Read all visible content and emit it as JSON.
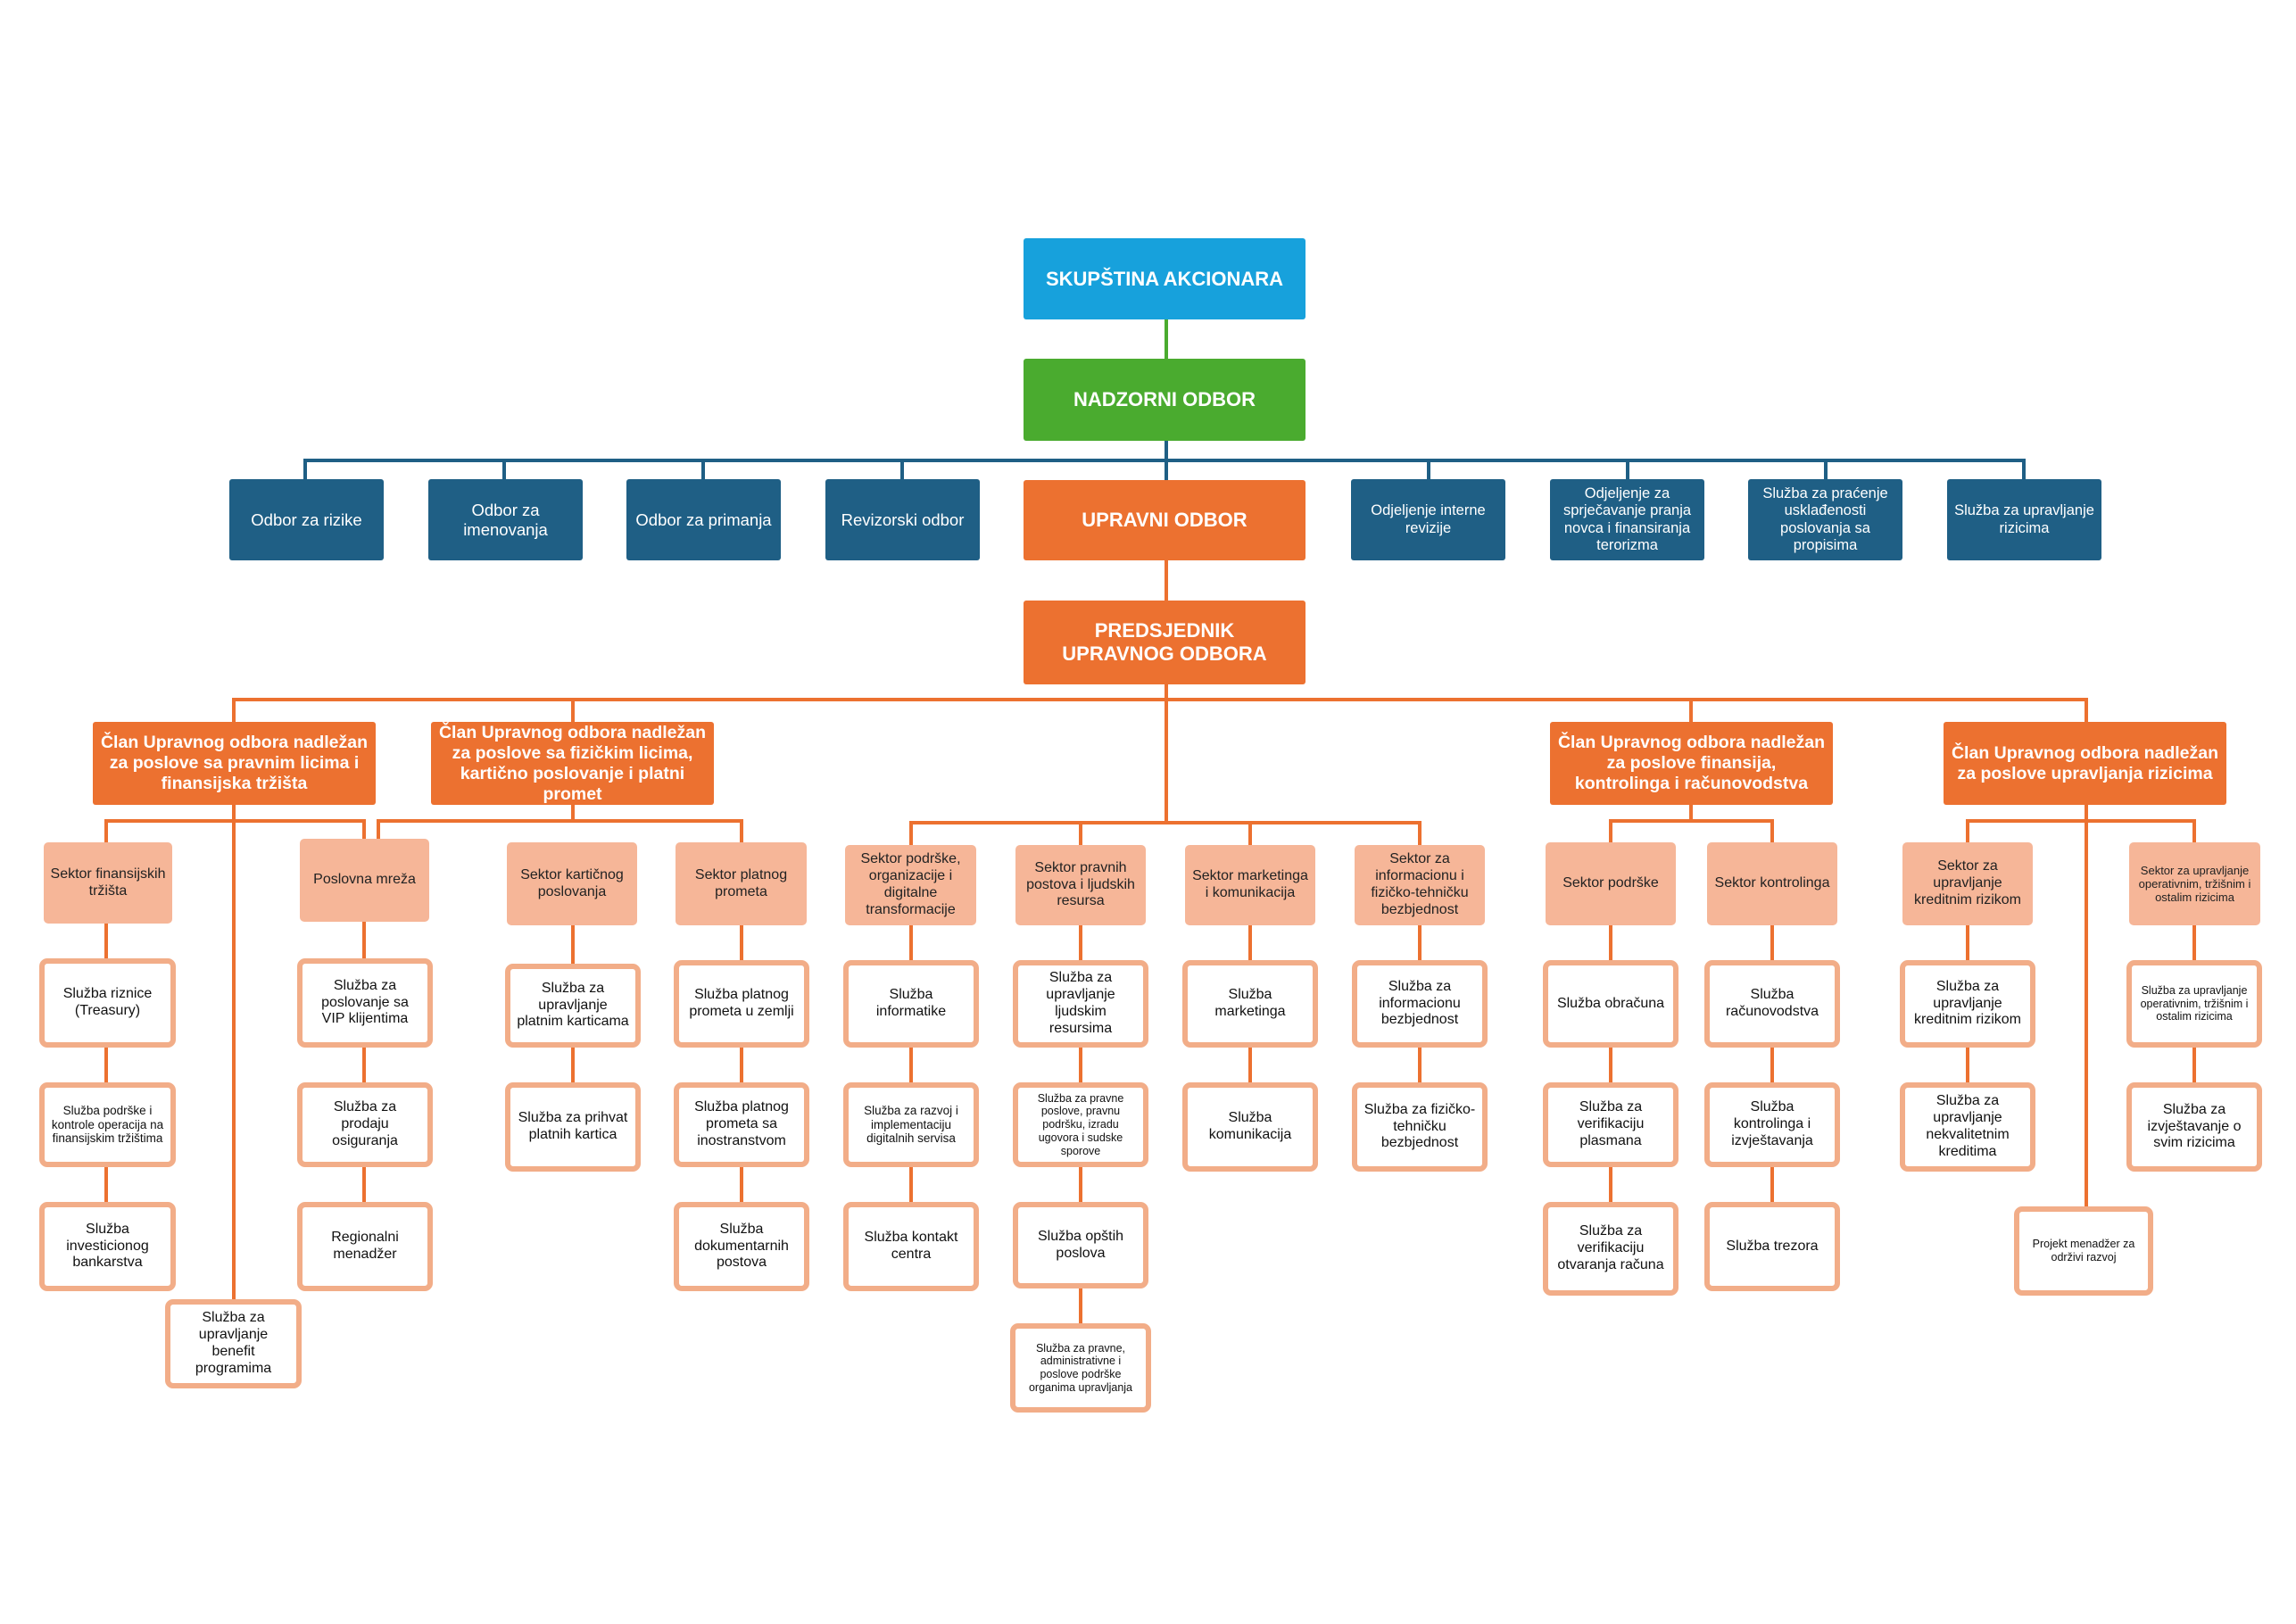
{
  "colors": {
    "shareholders": "#17a1dc",
    "supervisory": "#4aab2f",
    "management": "#ec7130",
    "committee": "#1f5f85",
    "sector": "#f6b698",
    "service_border": "#f2ad88",
    "line_top": "#4aab2f",
    "line_committees": "#1f5f85",
    "line_org": "#ec7130"
  },
  "top": {
    "shareholders": "SKUPŠTINA AKCIONARA",
    "supervisory_board": "NADZORNI ODBOR",
    "management_board": "UPRAVNI ODBOR",
    "president": "PREDSJEDNIK UPRAVNOG ODBORA"
  },
  "committees": {
    "risk_committee": "Odbor za rizike",
    "appointments_committee": "Odbor za imenovanja",
    "remuneration_committee": "Odbor za primanja",
    "audit_committee": "Revizorski odbor",
    "internal_audit": "Odjeljenje interne revizije",
    "aml_department": "Odjeljenje za sprječavanje pranja novca i finansiranja terorizma",
    "compliance_service": "Služba za praćenje usklađenosti poslovanja sa propisima",
    "risk_management_service": "Služba za upravljanje rizicima"
  },
  "members": {
    "legal_entities": "Član Upravnog odbora nadležan za poslove sa pravnim licima i finansijska tržišta",
    "individuals": "Član Upravnog odbora nadležan za poslove sa fizičkim licima, kartično poslovanje i platni promet",
    "finance": "Član Upravnog odbora nadležan za poslove finansija, kontrolinga i računovodstva",
    "risk": "Član Upravnog odbora nadležan za poslove upravljanja rizicima"
  },
  "sectors": {
    "financial_markets": "Sektor finansijskih tržišta",
    "business_network": "Poslovna mreža",
    "card_business": "Sektor kartičnog poslovanja",
    "payments": "Sektor platnog prometa",
    "support_org_digital": "Sektor podrške, organizacije i digitalne transformacije",
    "legal_hr": "Sektor pravnih postova i ljudskih resursa",
    "marketing_comm": "Sektor marketinga i komunikacija",
    "info_security": "Sektor za informacionu i fizičko-tehničku bezbjednost",
    "support": "Sektor podrške",
    "controlling": "Sektor kontrolinga",
    "credit_risk": "Sektor za upravljanje kreditnim rizikom",
    "operational_risk": "Sektor za upravljanje operativnim, tržišnim i ostalim rizicima"
  },
  "services": {
    "treasury": "Služba riznice (Treasury)",
    "ops_support": "Služba podrške i kontrole operacija na finansijskim tržištima",
    "investment_banking": "Služba investicionog bankarstva",
    "benefit_programs": "Služba za upravljanje benefit programima",
    "vip_clients": "Služba za poslovanje sa VIP klijentima",
    "insurance_sales": "Služba za prodaju osiguranja",
    "regional_managers": "Regionalni menadžer",
    "card_management": "Služba za upravljanje platnim karticama",
    "card_acquiring": "Služba za prihvat platnih kartica",
    "domestic_payments": "Služba platnog prometa u zemlji",
    "foreign_payments": "Služba platnog prometa sa inostranstvom",
    "documentary": "Služba dokumentarnih postova",
    "it": "Služba informatike",
    "digital_services": "Služba za razvoj i implementaciju digitalnih servisa",
    "contact_center": "Služba kontakt centra",
    "hr": "Služba za upravljanje ljudskim resursima",
    "legal_support": "Služba za pravne poslove, pravnu podršku, izradu ugovora i sudske sporove",
    "general_affairs": "Služba opštih poslova",
    "governance_support": "Služba za pravne, administrativne i poslove podrške organima upravljanja",
    "marketing": "Služba marketinga",
    "communication": "Služba komunikacija",
    "information_security": "Služba za informacionu bezbjednost",
    "physical_security": "Služba za fizičko-tehničku bezbjednost",
    "accounting_calc": "Služba obračuna",
    "loan_verification": "Služba za verifikaciju plasmana",
    "account_opening": "Služba za verifikaciju otvaranja računa",
    "accounting": "Služba računovodstva",
    "controlling_reporting": "Služba kontrolinga i izvještavanja",
    "treasury_vault": "Služba trezora",
    "credit_risk_service": "Služba za upravljanje kreditnim rizikom",
    "npl_service": "Služba za upravljanje nekvalitetnim kreditima",
    "operational_risk_service": "Služba za upravljanje operativnim, tržišnim i ostalim rizicima",
    "risk_reporting": "Služba za izvještavanje o svim rizicima",
    "sustainability_pm": "Projekt menadžer za održivi razvoj"
  }
}
